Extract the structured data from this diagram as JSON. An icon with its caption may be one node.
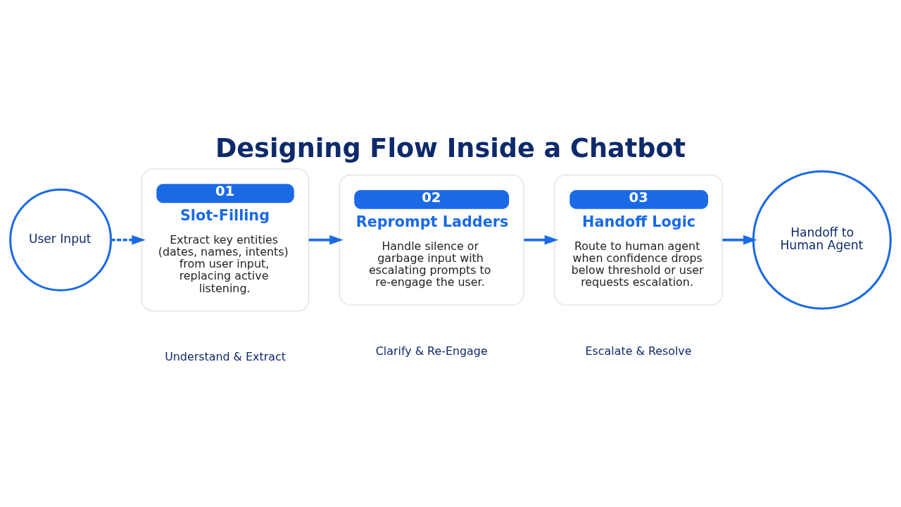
{
  "diagram": {
    "title": "Designing Flow Inside a Chatbot",
    "nodes": [
      {
        "text": [
          "User Input"
        ]
      },
      {
        "text": [
          "01",
          "Slot-Filling",
          "Extract key entities (dates, names, intents) from user input, replacing active listening."
        ]
      },
      {
        "text": [
          "02",
          "Reprompt Ladders",
          "Handle silence or garbage input with escalating prompts to re-engage the user."
        ]
      },
      {
        "text": [
          "03",
          "Handoff Logic",
          "Route to human agent when confidence drops below threshold or user requests escalation."
        ]
      },
      {
        "text": [
          "Handoff to Human Agent"
        ]
      }
    ],
    "edges": [
      {
        "from": 0,
        "to": 1,
        "arrow": "to",
        "style": "dashed"
      },
      {
        "from": 1,
        "to": 2,
        "arrow": "to"
      },
      {
        "from": 2,
        "to": 3,
        "arrow": "to"
      },
      {
        "from": 3,
        "to": 4,
        "arrow": "to"
      }
    ],
    "labels": [
      "Understand & Extract",
      "Clarify & Re-Engage",
      "Escalate & Resolve"
    ]
  }
}
